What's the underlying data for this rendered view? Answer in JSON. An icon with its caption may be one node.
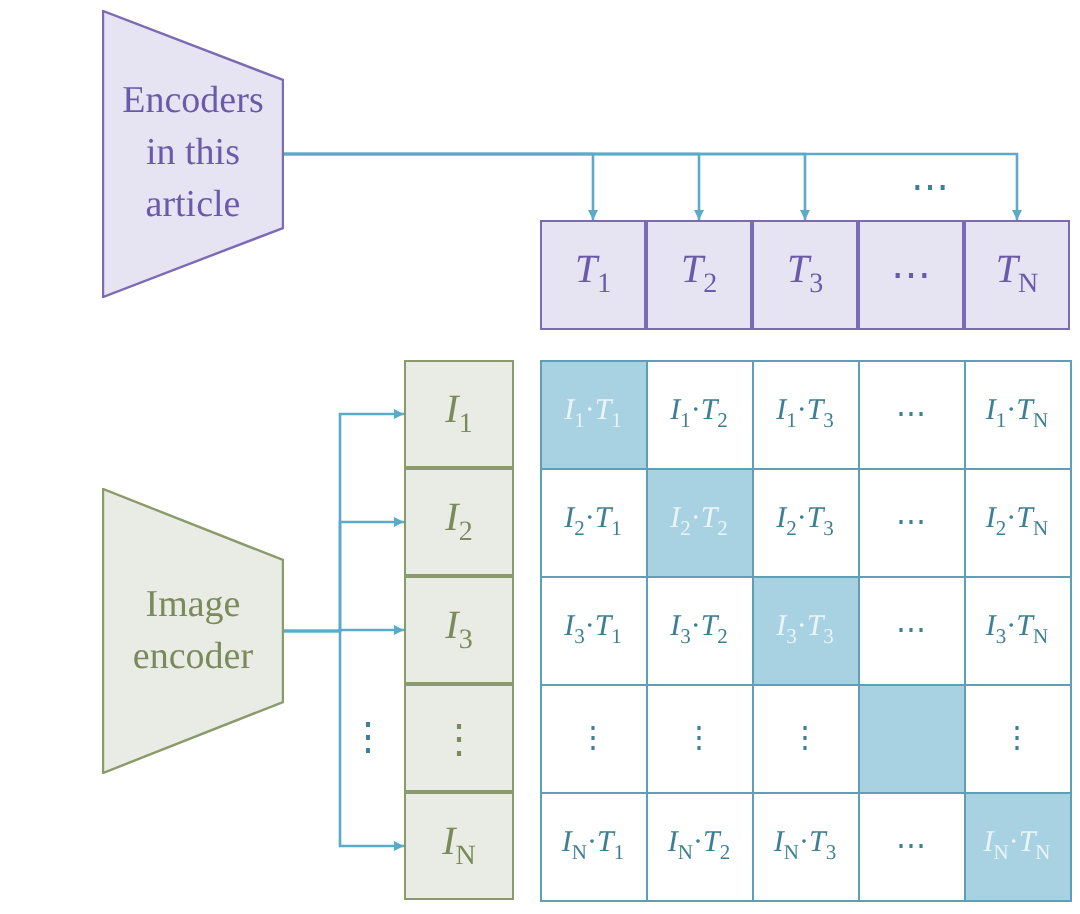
{
  "diagram": {
    "nodes": [
      {
        "text": [
          "Encoders in this article"
        ]
      },
      {
        "text": [
          "*T*$_{1}$"
        ]
      },
      {
        "text": [
          "*T*$_{2}$"
        ]
      },
      {
        "text": [
          "*T*$_{3}$"
        ]
      },
      {
        "text": [
          "⋯"
        ]
      },
      {
        "text": [
          "*T*$_{N}$"
        ]
      },
      {
        "text": [
          "Image encoder"
        ]
      },
      {
        "text": [
          "*I*$_{1}$"
        ]
      },
      {
        "text": [
          "*I*$_{2}$"
        ]
      },
      {
        "text": [
          "*I*$_{3}$"
        ]
      },
      {
        "text": [
          "⋮"
        ]
      },
      {
        "text": [
          "*I*$_{N}$"
        ]
      }
    ],
    "edges": [
      {
        "from": 0,
        "to": 1,
        "arrow": "to"
      },
      {
        "from": 0,
        "to": 2,
        "arrow": "to"
      },
      {
        "from": 0,
        "to": 3,
        "arrow": "to"
      },
      {
        "from": 0,
        "to": 5,
        "arrow": "to"
      },
      {
        "from": 6,
        "to": 7,
        "arrow": "to"
      },
      {
        "from": 6,
        "to": 8,
        "arrow": "to"
      },
      {
        "from": 6,
        "to": 9,
        "arrow": "to"
      },
      {
        "from": 6,
        "to": 11,
        "arrow": "to"
      }
    ],
    "labels": [
      "⋯",
      "*I*$_{1}$·*T*$_{1}$",
      "*I*$_{1}$·*T*$_{2}$",
      "*I*$_{1}$·*T*$_{3}$",
      "⋯",
      "*I*$_{1}$·*T*$_{N}$",
      "*I*$_{2}$·*T*$_{1}$",
      "*I*$_{2}$·*T*$_{2}$",
      "*I*$_{2}$·*T*$_{3}$",
      "⋯",
      "*I*$_{2}$·*T*$_{N}$",
      "*I*$_{3}$·*T*$_{1}$",
      "*I*$_{3}$·*T*$_{2}$",
      "*I*$_{3}$·*T*$_{3}$",
      "⋯",
      "*I*$_{3}$·*T*$_{N}$",
      "⋮",
      "⋮",
      "⋮",
      "⋮",
      "⋮",
      "*I*$_{N}$·*T*$_{1}$",
      "*I*$_{N}$·*T*$_{2}$",
      "*I*$_{N}$·*T*$_{3}$",
      "⋯",
      "*I*$_{N}$·*T*$_{N}$"
    ]
  }
}
